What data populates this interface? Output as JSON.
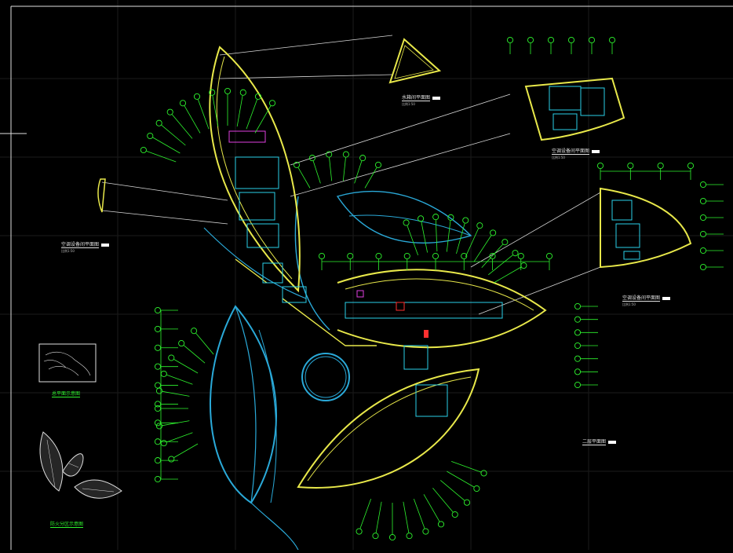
{
  "drawing": {
    "colors": {
      "background": "#000000",
      "wall": "#e8e84a",
      "axis": "#2ef52e",
      "curve": "#2aa9d8",
      "text": "#e0e0e0",
      "accent": "#ff3030",
      "magenta": "#e040e0"
    },
    "labels": {
      "detail_a": "水箱间平面图",
      "detail_b": "空调设备间平面图",
      "detail_c": "空调设备间平面图",
      "detail_d": "空调设备间平面图",
      "detail_sub": "比例1:50",
      "key_plan": "总平面示意图",
      "massing": "防火分区示意图",
      "floor_plan": "二层平面图"
    }
  }
}
